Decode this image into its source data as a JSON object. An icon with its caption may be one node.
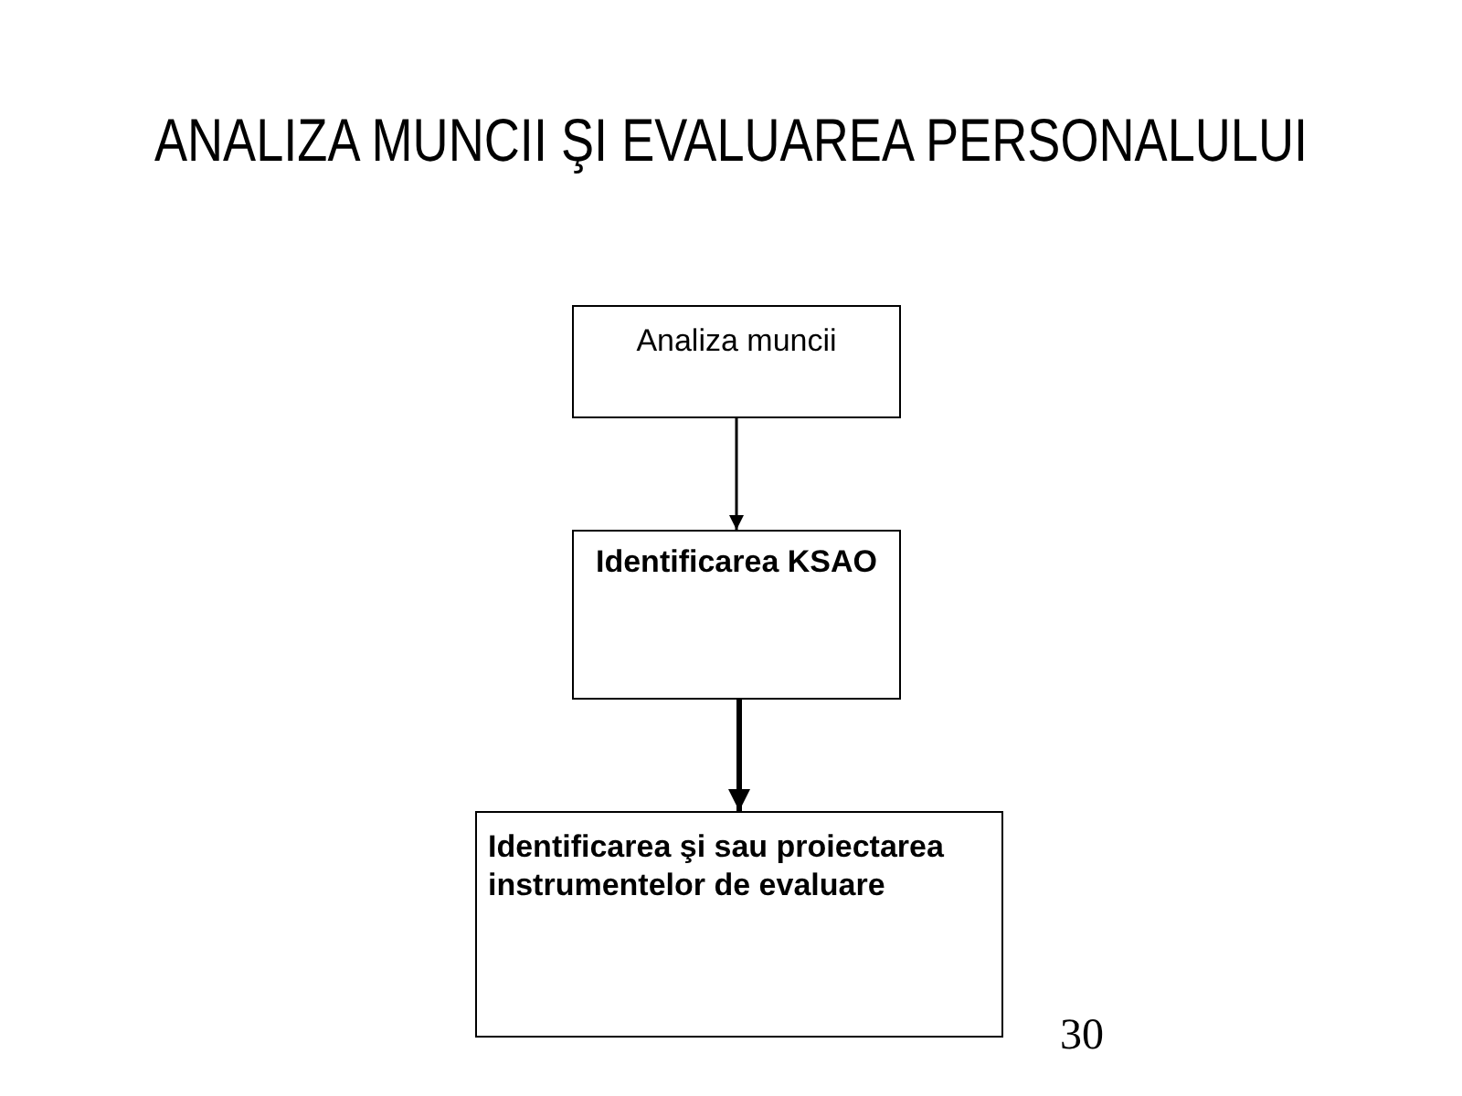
{
  "diagram": {
    "title": "ANALIZA MUNCII ŞI EVALUAREA PERSONALULUI",
    "nodes": [
      {
        "text": [
          "Analiza muncii"
        ]
      },
      {
        "text": [
          "Identificarea KSAO"
        ]
      },
      {
        "text": [
          "Identificarea şi sau proiectarea instrumentelor de evaluare"
        ]
      }
    ],
    "edges": [
      {
        "from": 0,
        "to": 1,
        "arrow": "to"
      },
      {
        "from": 1,
        "to": 2,
        "arrow": "to",
        "style": "thick"
      }
    ],
    "labels": [
      "30"
    ]
  }
}
